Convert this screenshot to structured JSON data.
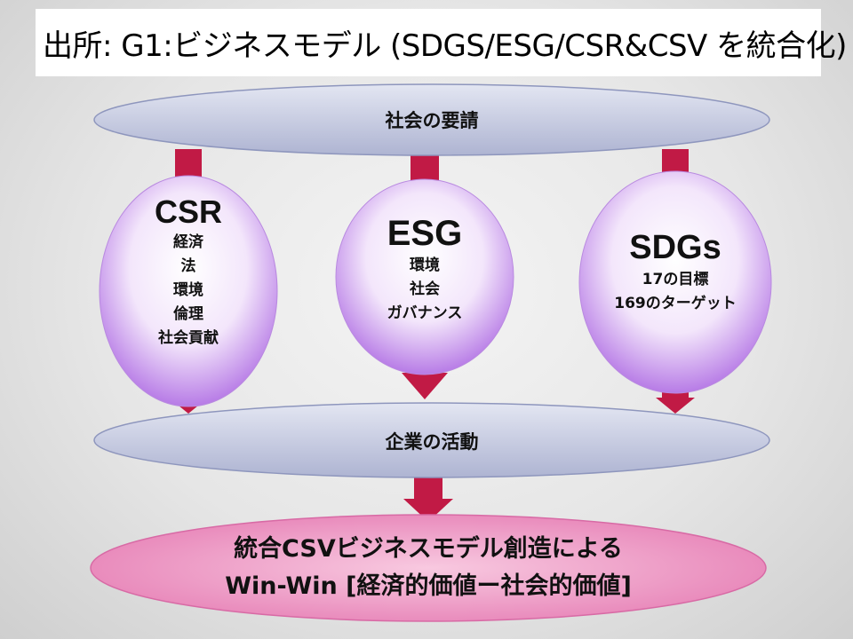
{
  "title": "出所: G1:ビジネスモデル (SDGS/ESG/CSR&CSV を統合化)",
  "top_oval": "社会の要請",
  "middle_oval": "企業の活動",
  "circles": [
    {
      "title": "CSR",
      "items": [
        "経済",
        "法",
        "環境",
        "倫理",
        "社会貢献"
      ]
    },
    {
      "title": "ESG",
      "items": [
        "環境",
        "社会",
        "ガバナンス"
      ]
    },
    {
      "title": "SDGs",
      "items": [
        "17の目標",
        "169のターゲット"
      ]
    }
  ],
  "bottom": {
    "line1": "統合CSVビジネスモデル創造による",
    "line2": "Win-Win [経済的価値ー社会的価値]"
  },
  "colors": {
    "arrow": "#c11a45",
    "oval": "#c7cce2",
    "circle_edge": "#b77be6",
    "bottom_oval": "#ee8fc1"
  }
}
